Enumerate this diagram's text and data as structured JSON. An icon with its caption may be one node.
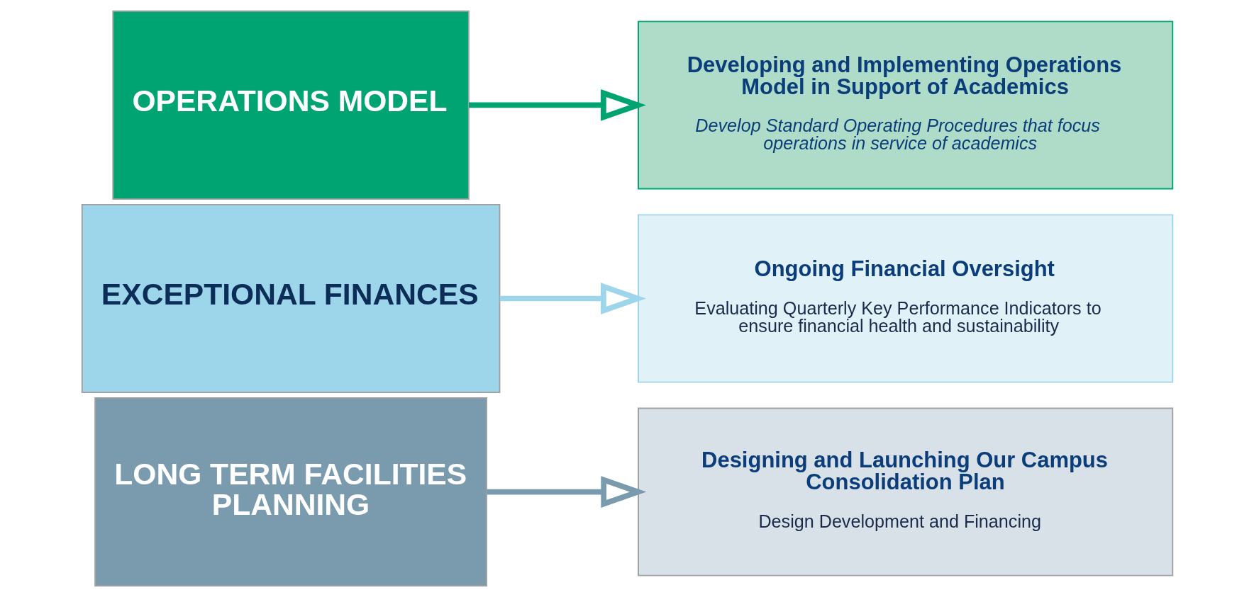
{
  "diagram": {
    "nodes": [
      {
        "text": [
          "LONG TERM FACILITIES PLANNING"
        ]
      },
      {
        "text": [
          "Designing and Launching Our Campus Consolidation Plan",
          "Design Development and Financing"
        ]
      },
      {
        "text": [
          "EXCEPTIONAL FINANCES"
        ]
      },
      {
        "text": [
          "Ongoing Financial Oversight",
          "Evaluating Quarterly Key Performance Indicators to ensure financial health and sustainability"
        ]
      },
      {
        "text": [
          "OPERATIONS MODEL"
        ]
      },
      {
        "text": [
          "Developing and Implementing Operations Model in Support of Academics",
          "Develop Standard Operating Procedures that focus operations in service of academics"
        ]
      }
    ],
    "edges": [
      {
        "from": 0,
        "to": 1,
        "arrow": "to",
        "color": "#7a9aae"
      },
      {
        "from": 2,
        "to": 3,
        "arrow": "to",
        "color": "#9dd6ea"
      },
      {
        "from": 4,
        "to": 5,
        "arrow": "to",
        "color": "#00a473"
      }
    ]
  }
}
